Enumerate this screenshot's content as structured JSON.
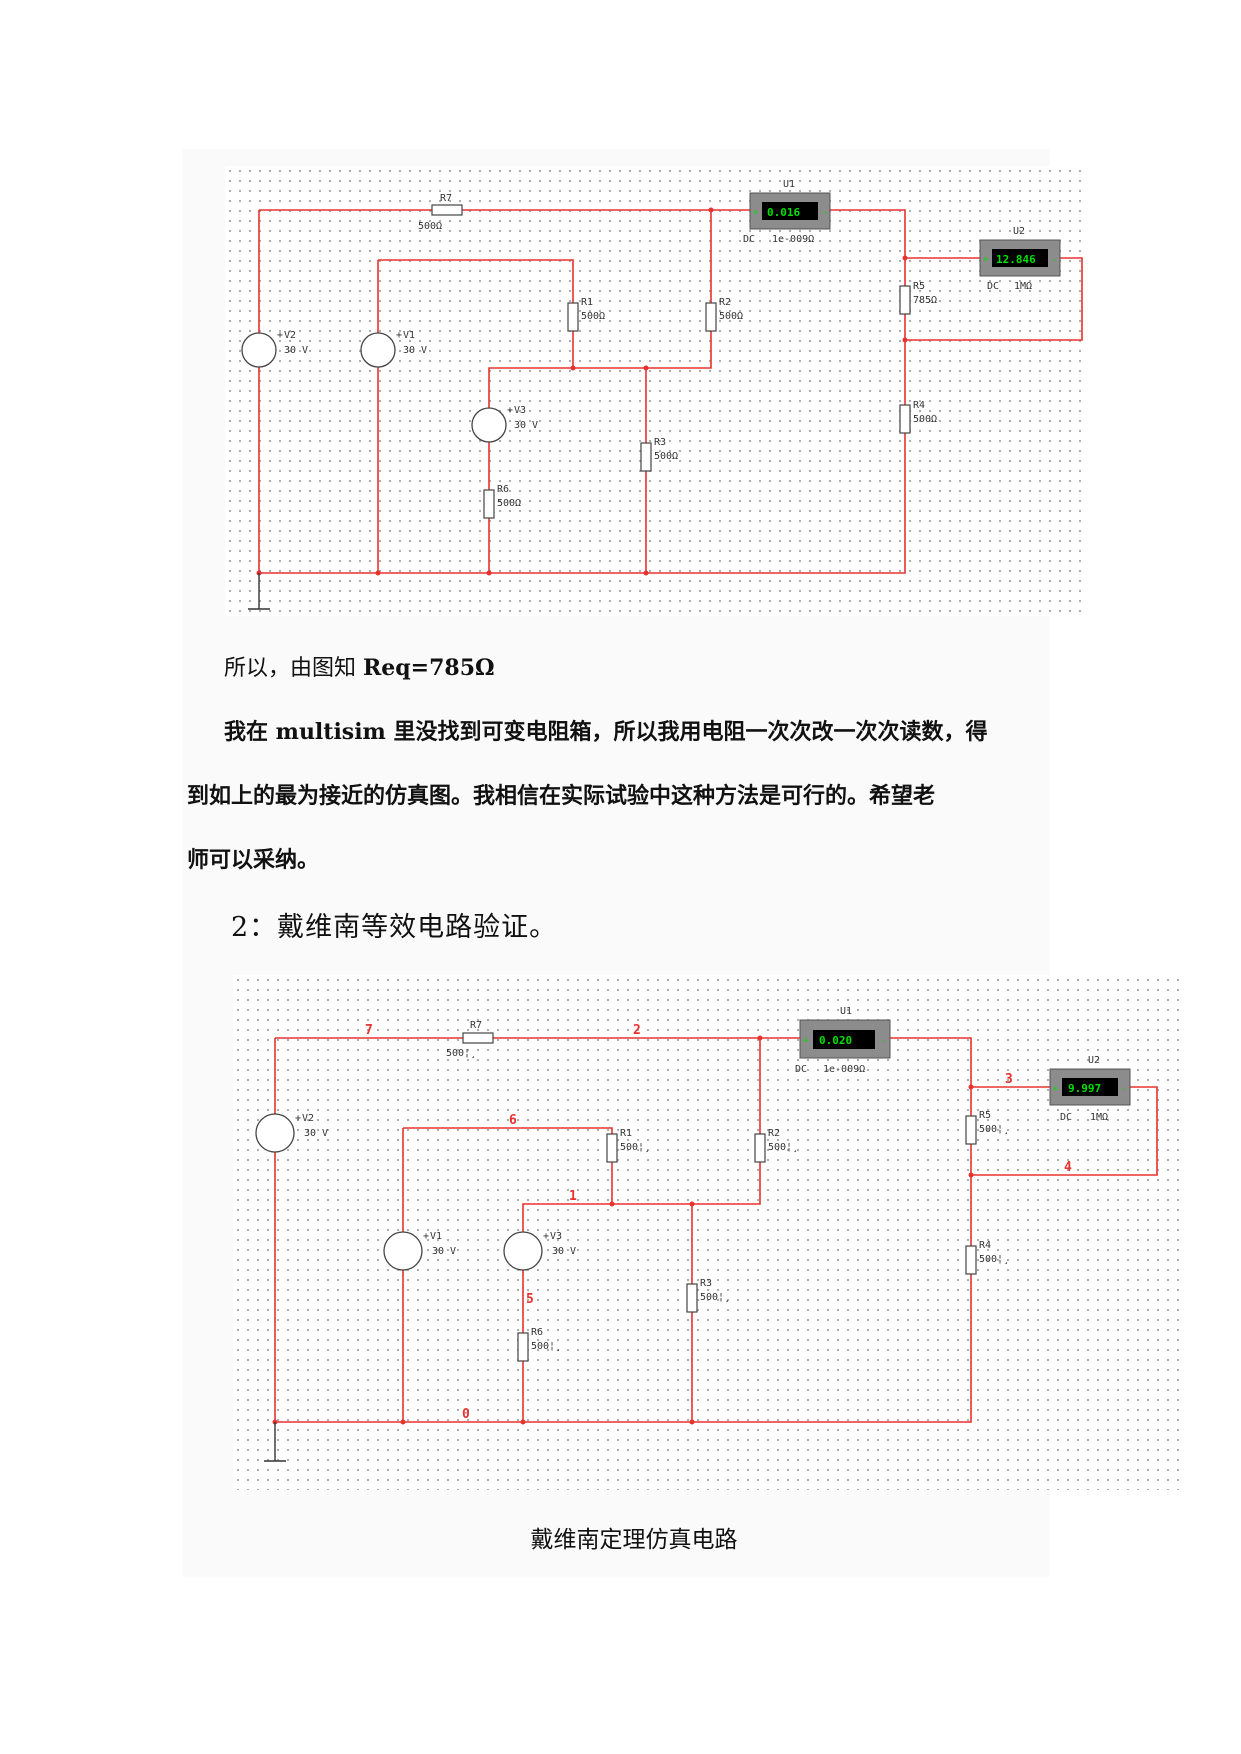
{
  "circuit1": {
    "parts": {
      "r7": {
        "name": "R7",
        "value": "500Ω"
      },
      "r1": {
        "name": "R1",
        "value": "500Ω"
      },
      "r2": {
        "name": "R2",
        "value": "500Ω"
      },
      "r3": {
        "name": "R3",
        "value": "500Ω"
      },
      "r4": {
        "name": "R4",
        "value": "500Ω"
      },
      "r5": {
        "name": "R5",
        "value": "785Ω"
      },
      "r6": {
        "name": "R6",
        "value": "500Ω"
      },
      "v1": {
        "name": "V1",
        "value": "30 V"
      },
      "v2": {
        "name": "V2",
        "value": "30 V"
      },
      "v3": {
        "name": "V3",
        "value": "30 V"
      }
    },
    "meter_u1": {
      "name": "U1",
      "reading": "0.016",
      "mode": "DC",
      "resistance": "1e-009Ω"
    },
    "meter_u2": {
      "name": "U2",
      "reading": "12.846",
      "mode": "DC",
      "resistance": "1MΩ"
    }
  },
  "text": {
    "conclusion_prefix": "所以，由图知",
    "conclusion_value": "Req=785Ω",
    "paragraph_line1": "我在 multisim 里没找到可变电阻箱，所以我用电阻一次次改一次次读数，得",
    "paragraph_line2": "到如上的最为接近的仿真图。我相信在实际试验中这种方法是可行的。希望老",
    "paragraph_line3": "师可以采纳。",
    "section_heading": "2：戴维南等效电路验证。",
    "figure_caption": "戴维南定理仿真电路"
  },
  "circuit2": {
    "parts": {
      "r7": {
        "name": "R7",
        "value": "500¦¸"
      },
      "r1": {
        "name": "R1",
        "value": "500¦¸"
      },
      "r2": {
        "name": "R2",
        "value": "500¦¸"
      },
      "r3": {
        "name": "R3",
        "value": "500¦¸"
      },
      "r4": {
        "name": "R4",
        "value": "500¦¸"
      },
      "r5": {
        "name": "R5",
        "value": "500¦¸"
      },
      "r6": {
        "name": "R6",
        "value": "500¦¸"
      },
      "v1": {
        "name": "V1",
        "value": "30 V"
      },
      "v2": {
        "name": "V2",
        "value": "30 V"
      },
      "v3": {
        "name": "V3",
        "value": "30 V"
      }
    },
    "meter_u1": {
      "name": "U1",
      "reading": "0.020",
      "mode": "DC",
      "resistance": "1e-009Ω"
    },
    "meter_u2": {
      "name": "U2",
      "reading": "9.997",
      "mode": "DC",
      "resistance": "1MΩ"
    },
    "nodes": [
      "7",
      "2",
      "6",
      "1",
      "3",
      "4",
      "5",
      "0"
    ]
  },
  "colors": {
    "wire": "#e8322e",
    "meter_screen": "#000000",
    "meter_text": "#00e000",
    "component": "#444444"
  }
}
